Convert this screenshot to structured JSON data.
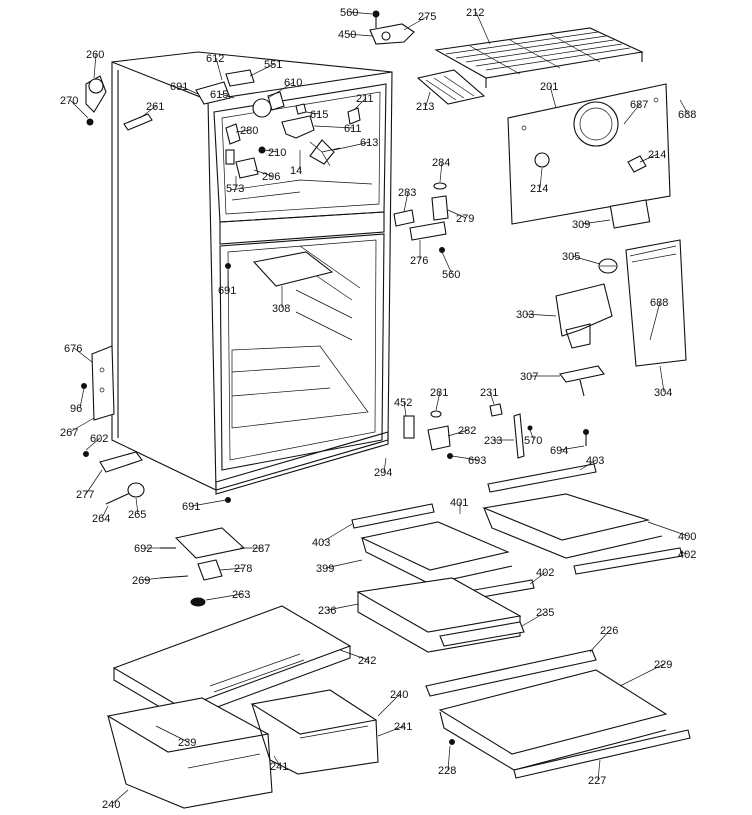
{
  "labels": {
    "p560a": "560",
    "p275": "275",
    "p212": "212",
    "p450": "450",
    "p260": "260",
    "p612": "612",
    "p551": "551",
    "p691a": "691",
    "p615a": "615",
    "p610": "610",
    "p270": "270",
    "p261": "261",
    "p211": "211",
    "p213": "213",
    "p201": "201",
    "p687": "687",
    "p688a": "688",
    "p615b": "615",
    "p611": "611",
    "p280": "280",
    "p613": "613",
    "p210": "210",
    "p14": "14",
    "p296": "296",
    "p573": "573",
    "p284": "284",
    "p214a": "214",
    "p214b": "214",
    "p283": "283",
    "p279": "279",
    "p309": "309",
    "p276": "276",
    "p560b": "560",
    "p305": "305",
    "p691b": "691",
    "p308": "308",
    "p688b": "688",
    "p303": "303",
    "p676": "676",
    "p96": "96",
    "p307": "307",
    "p304": "304",
    "p452": "452",
    "p281": "281",
    "p231": "231",
    "p267": "267",
    "p602": "602",
    "p282": "282",
    "p233": "233",
    "p570": "570",
    "p694": "694",
    "p693": "693",
    "p403a": "403",
    "p294": "294",
    "p277": "277",
    "p691c": "691",
    "p264": "264",
    "p265": "265",
    "p401": "401",
    "p400": "400",
    "p403b": "403",
    "p402a": "402",
    "p692": "692",
    "p287": "287",
    "p399": "399",
    "p402b": "402",
    "p278": "278",
    "p269": "269",
    "p263": "263",
    "p236": "236",
    "p235": "235",
    "p226": "226",
    "p229": "229",
    "p242": "242",
    "p240a": "240",
    "p241a": "241",
    "p239": "239",
    "p241b": "241",
    "p228": "228",
    "p227": "227",
    "p240b": "240"
  }
}
